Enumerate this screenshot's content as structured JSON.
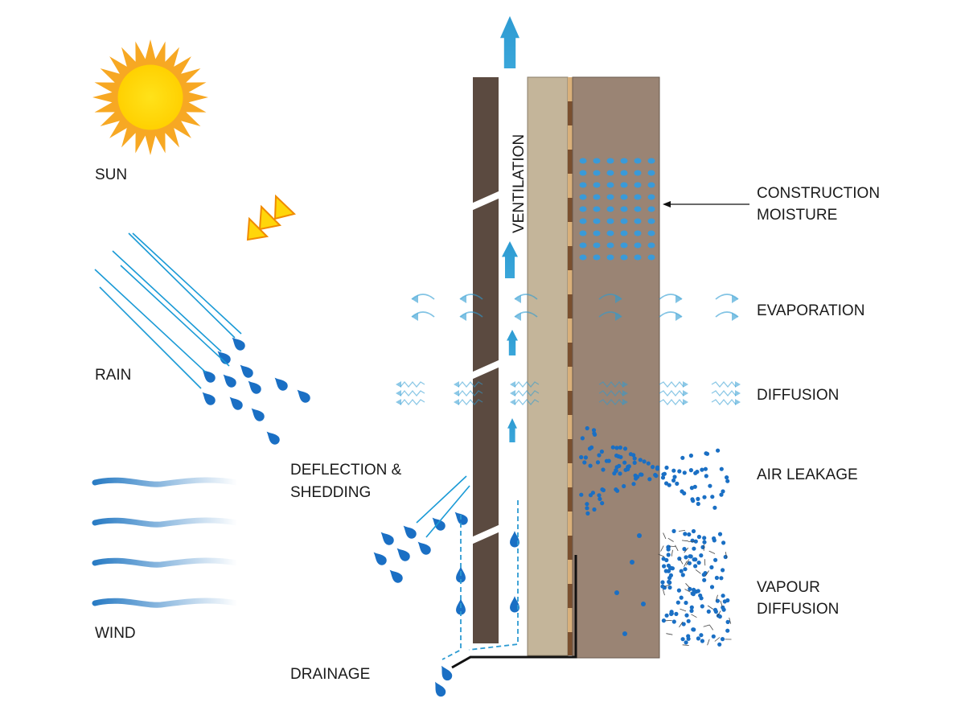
{
  "labels": {
    "sun": "SUN",
    "rain": "RAIN",
    "wind": "WIND",
    "deflection_1": "DEFLECTION &",
    "deflection_2": "SHEDDING",
    "drainage": "DRAINAGE",
    "ventilation": "VENTILATION",
    "construction_1": "CONSTRUCTION",
    "construction_2": "MOISTURE",
    "evaporation": "EVAPORATION",
    "diffusion": "DIFFUSION",
    "air_leakage": "AIR LEAKAGE",
    "vapour_1": "VAPOUR",
    "vapour_2": "DIFFUSION"
  },
  "colors": {
    "cladding": "#5b4a40",
    "sheathing": "#c4b59a",
    "wall": "#9a8474",
    "strip_dark": "#7a4f2e",
    "strip_light": "#d9b07a",
    "water": "#1a6fc4",
    "arrow": "#2d9bd2",
    "sun": "#ffd60a",
    "sun_rays": "#f7a823"
  }
}
